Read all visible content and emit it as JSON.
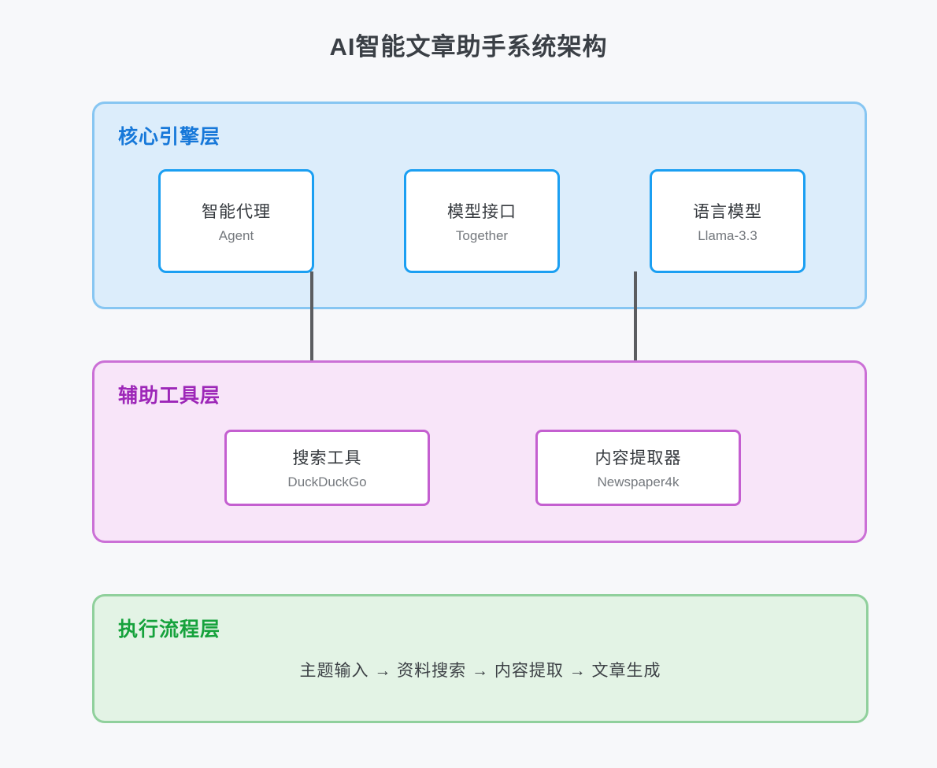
{
  "title": "AI智能文章助手系统架构",
  "layers": {
    "core": {
      "label": "核心引擎层",
      "accent_color": "#1778d9",
      "background_color": "#dcedfb",
      "border_color": "#87c6f2",
      "node_border_color": "#1b9ff2",
      "nodes": [
        {
          "title": "智能代理",
          "subtitle": "Agent"
        },
        {
          "title": "模型接口",
          "subtitle": "Together"
        },
        {
          "title": "语言模型",
          "subtitle": "Llama-3.3"
        }
      ]
    },
    "tools": {
      "label": "辅助工具层",
      "accent_color": "#9d27b8",
      "background_color": "#f8e5f9",
      "border_color": "#cb70d6",
      "node_border_color": "#c45fd0",
      "nodes": [
        {
          "title": "搜索工具",
          "subtitle": "DuckDuckGo"
        },
        {
          "title": "内容提取器",
          "subtitle": "Newspaper4k"
        }
      ]
    },
    "flow": {
      "label": "执行流程层",
      "accent_color": "#16a23c",
      "background_color": "#e3f3e5",
      "border_color": "#90d09c",
      "steps_text": "主题输入 → 资料搜索 → 内容提取 → 文章生成",
      "steps": [
        "主题输入",
        "资料搜索",
        "内容提取",
        "文章生成"
      ]
    }
  },
  "edges": [
    {
      "from": "智能代理",
      "to": "搜索工具"
    },
    {
      "from": "语言模型",
      "to": "内容提取器"
    }
  ],
  "colors": {
    "page_background": "#f7f8fa",
    "title_text": "#3a3f45",
    "node_title_text": "#35393e",
    "node_subtitle_text": "#74787d",
    "arrow": "#5b5d60"
  }
}
